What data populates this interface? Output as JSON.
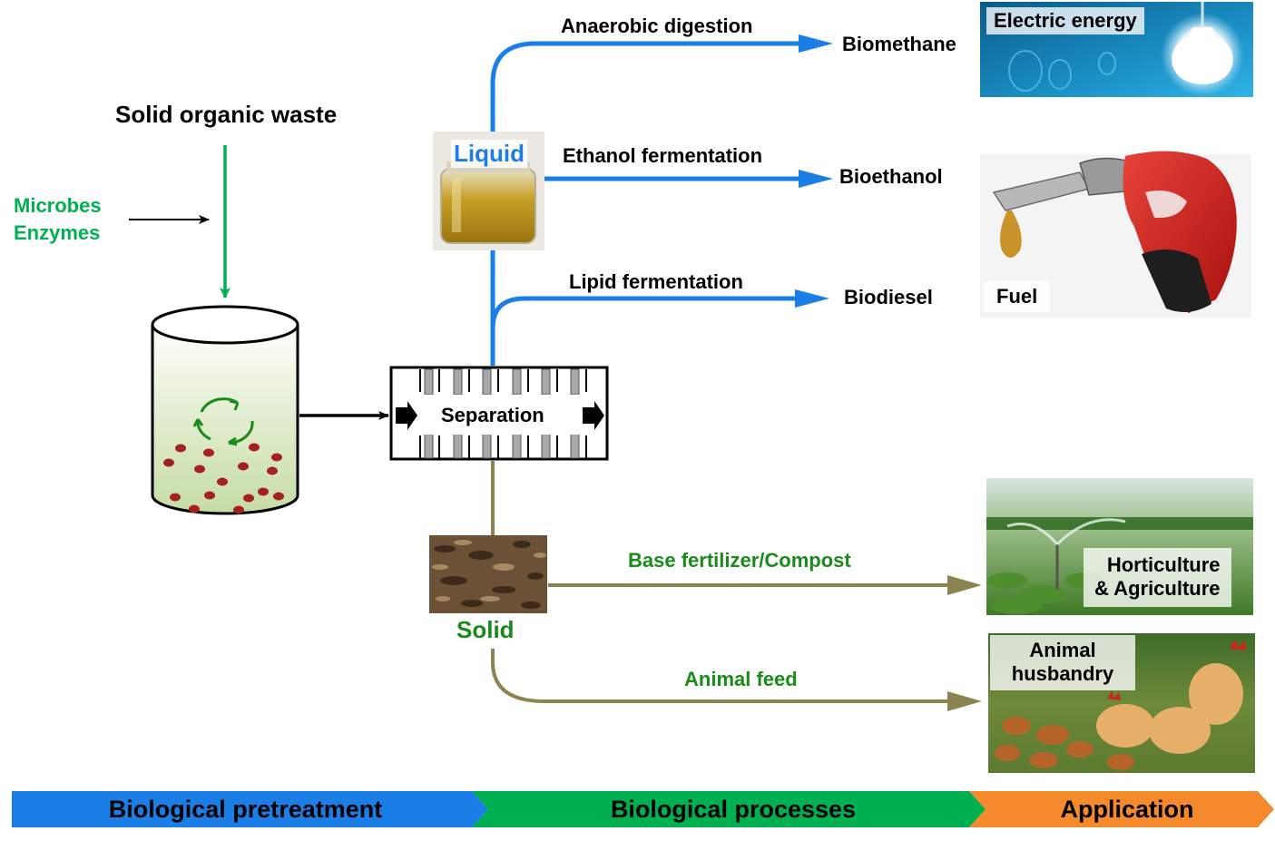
{
  "input": {
    "title": "Solid organic waste",
    "agents": [
      "Microbes",
      "Enzymes"
    ]
  },
  "separation_label": "Separation",
  "liquid_label": "Liquid",
  "solid_label": "Solid",
  "liquid_routes": [
    {
      "process": "Anaerobic digestion",
      "product": "Biomethane"
    },
    {
      "process": "Ethanol fermentation",
      "product": "Bioethanol"
    },
    {
      "process": "Lipid fermentation",
      "product": "Biodiesel"
    }
  ],
  "solid_routes": [
    {
      "process": "Base fertilizer/Compost"
    },
    {
      "process": "Animal feed"
    }
  ],
  "applications": {
    "electric": "Electric energy",
    "fuel": "Fuel",
    "horti_line1": "Horticulture",
    "horti_line2": "& Agriculture",
    "animal_line1": "Animal",
    "animal_line2": "husbandry"
  },
  "stages": [
    {
      "label": "Biological pretreatment",
      "color": "#1a7ee6"
    },
    {
      "label": "Biological processes",
      "color": "#00b050"
    },
    {
      "label": "Application",
      "color": "#f58a2c"
    }
  ],
  "colors": {
    "liquid_flow": "#1a7ee6",
    "solid_flow": "#8c8450",
    "input_flow": "#00b050",
    "liquid_text": "#1a7ee6",
    "solid_text": "#1a8a1a"
  },
  "icons": {
    "recycle": "recycle-icon",
    "lightbulb": "lightbulb-icon",
    "fuel_nozzle": "fuel-nozzle-icon"
  }
}
